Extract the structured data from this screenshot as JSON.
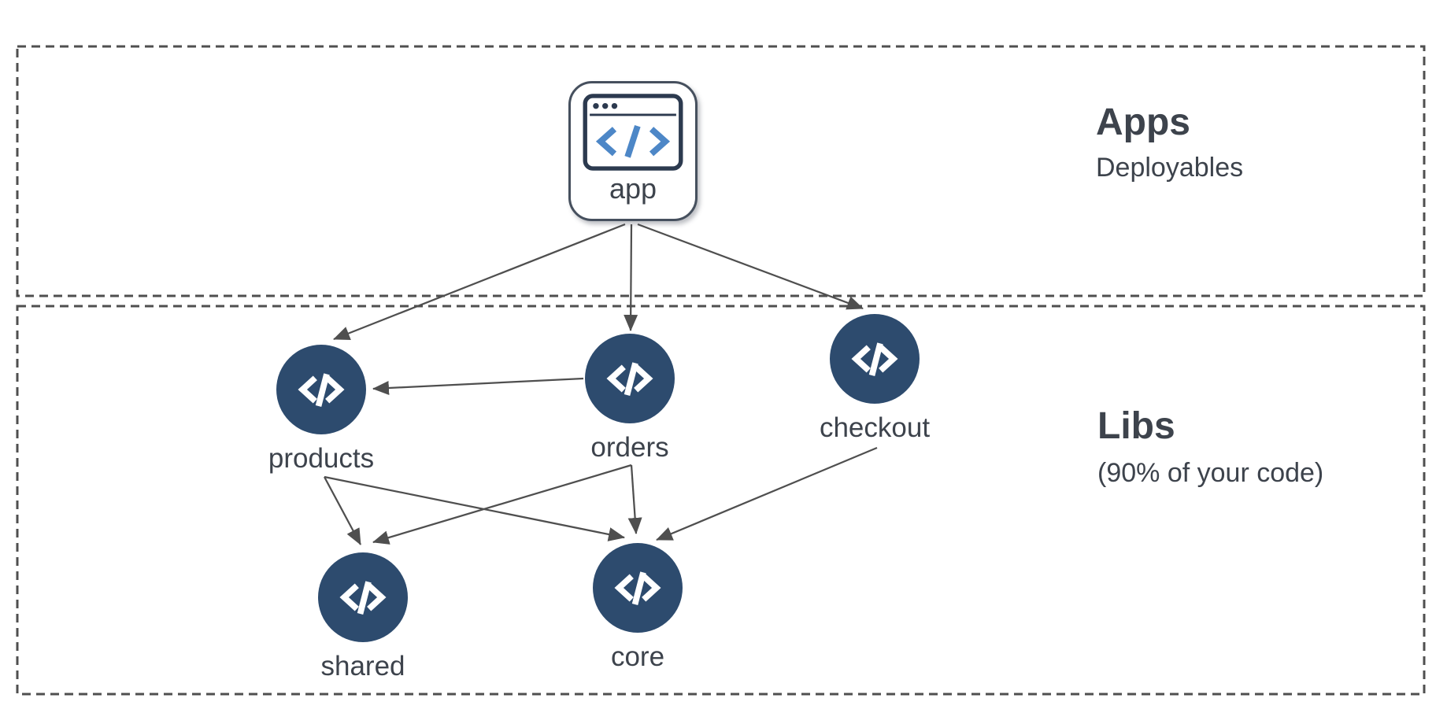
{
  "diagram": {
    "sections": {
      "apps": {
        "title": "Apps",
        "subtitle": "Deployables"
      },
      "libs": {
        "title": "Libs",
        "subtitle": "(90% of your code)"
      }
    },
    "nodes": {
      "app": {
        "label": "app",
        "icon": "browser-window-icon",
        "kind": "application"
      },
      "products": {
        "label": "products",
        "icon": "code-icon",
        "kind": "library"
      },
      "orders": {
        "label": "orders",
        "icon": "code-icon",
        "kind": "library"
      },
      "checkout": {
        "label": "checkout",
        "icon": "code-icon",
        "kind": "library"
      },
      "shared": {
        "label": "shared",
        "icon": "code-icon",
        "kind": "library"
      },
      "core": {
        "label": "core",
        "icon": "code-icon",
        "kind": "library"
      }
    },
    "edges": [
      {
        "from": "app",
        "to": "products"
      },
      {
        "from": "app",
        "to": "orders"
      },
      {
        "from": "app",
        "to": "checkout"
      },
      {
        "from": "orders",
        "to": "products"
      },
      {
        "from": "products",
        "to": "shared"
      },
      {
        "from": "products",
        "to": "core"
      },
      {
        "from": "orders",
        "to": "shared"
      },
      {
        "from": "orders",
        "to": "core"
      },
      {
        "from": "checkout",
        "to": "core"
      }
    ],
    "colors": {
      "lib_node_fill": "#2d4b6e",
      "arrow": "#4f4f4f",
      "region_outline": "#4f4f4f",
      "text": "#3d434c",
      "icon_accent_blue": "#4d87c7",
      "app_icon_stroke": "#2c3a4f"
    }
  }
}
